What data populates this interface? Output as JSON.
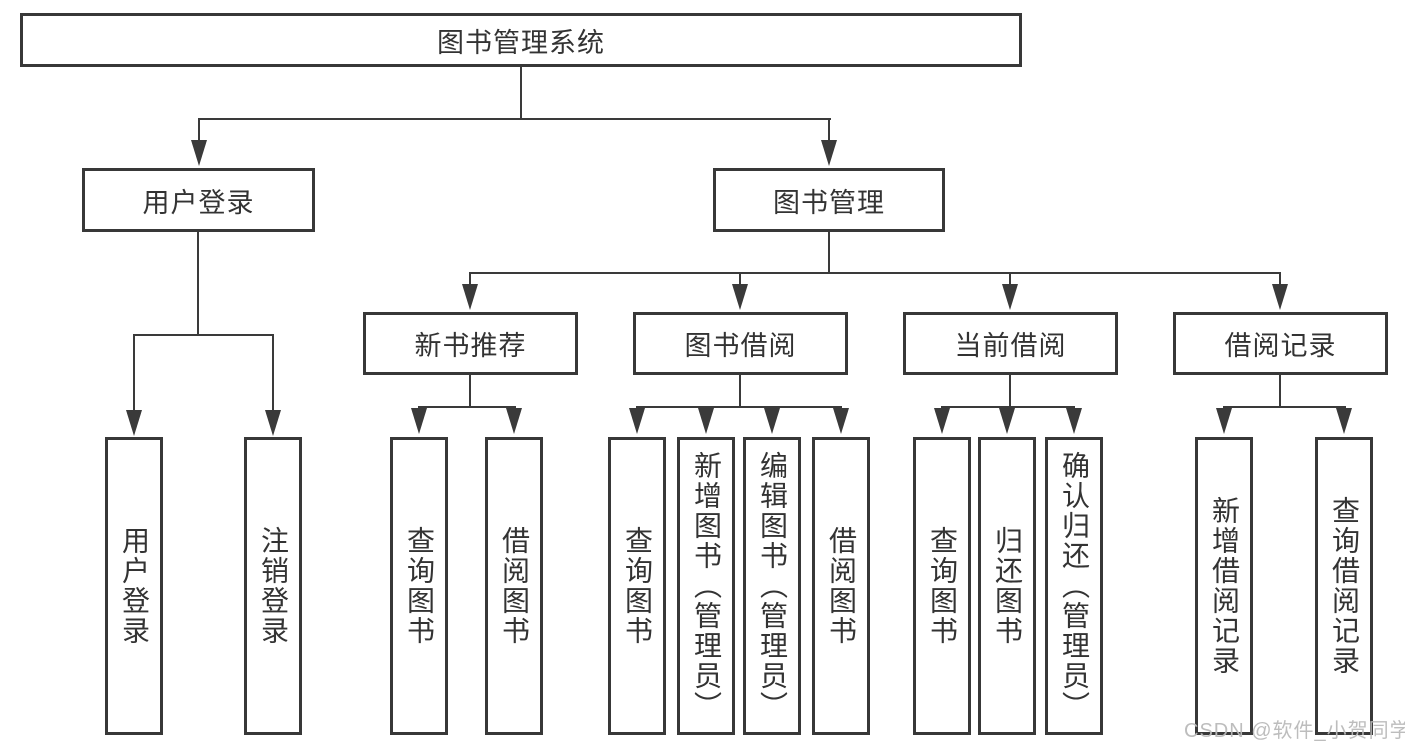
{
  "diagram": {
    "root": {
      "label": "图书管理系统"
    },
    "level2": [
      {
        "label": "用户登录"
      },
      {
        "label": "图书管理"
      }
    ],
    "level3": [
      {
        "label": "新书推荐"
      },
      {
        "label": "图书借阅"
      },
      {
        "label": "当前借阅"
      },
      {
        "label": "借阅记录"
      }
    ],
    "leaves": {
      "user_login": [
        {
          "label": "用户登录"
        },
        {
          "label": "注销登录"
        }
      ],
      "new_books": [
        {
          "label": "查询图书"
        },
        {
          "label": "借阅图书"
        }
      ],
      "book_borrow": [
        {
          "label": "查询图书"
        },
        {
          "label": "新增图书（管理员）"
        },
        {
          "label": "编辑图书（管理员）"
        },
        {
          "label": "借阅图书"
        }
      ],
      "current_borrow": [
        {
          "label": "查询图书"
        },
        {
          "label": "归还图书"
        },
        {
          "label": "确认归还（管理员）"
        }
      ],
      "borrow_records": [
        {
          "label": "新增借阅记录"
        },
        {
          "label": "查询借阅记录"
        }
      ]
    },
    "colors": {
      "border": "#383838",
      "line": "#3a3a3a",
      "text": "#333333",
      "background": "#ffffff",
      "watermark": "#b9b9b9"
    }
  },
  "watermark": {
    "text": "CSDN @软件_小贺同学"
  }
}
